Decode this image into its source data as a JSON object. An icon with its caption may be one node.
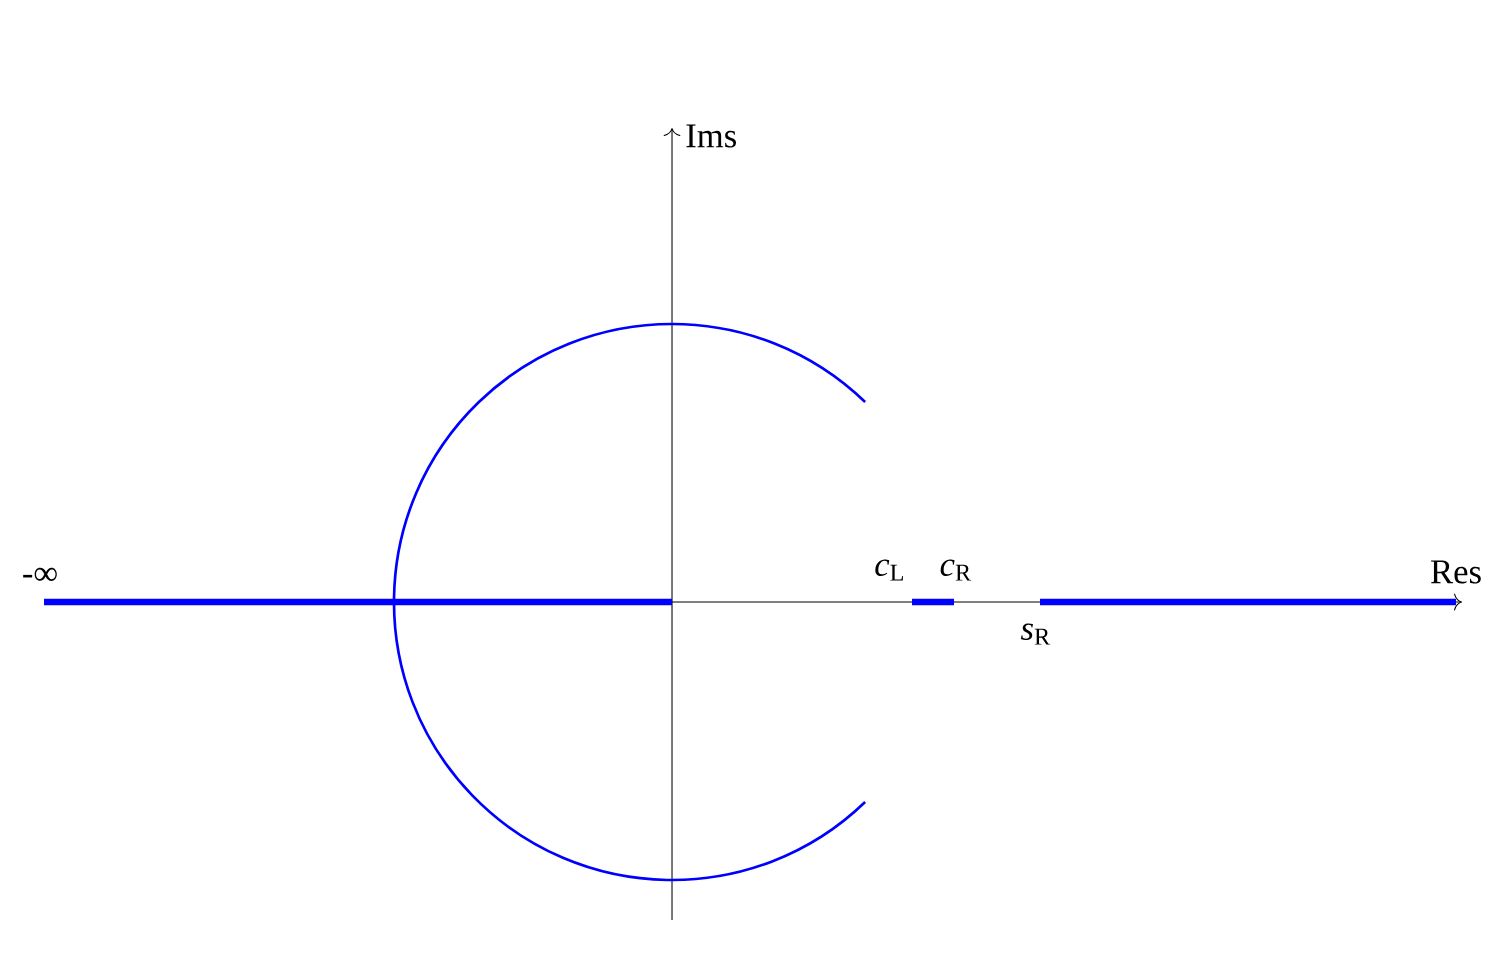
{
  "diagram": {
    "labels": [
      "Ims",
      "-∞",
      "*c*$_{L}$",
      "*c*$_{R}$",
      "Res",
      "*s*$_{R}$"
    ]
  }
}
